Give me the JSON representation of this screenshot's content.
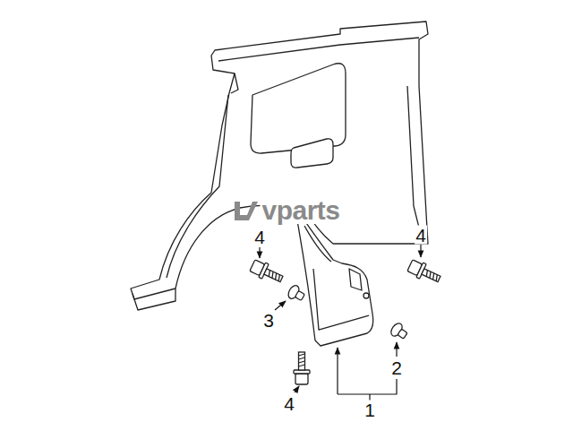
{
  "diagram": {
    "labels": [
      "vparts",
      "4",
      "4",
      "3",
      "2",
      "4",
      "1"
    ]
  }
}
